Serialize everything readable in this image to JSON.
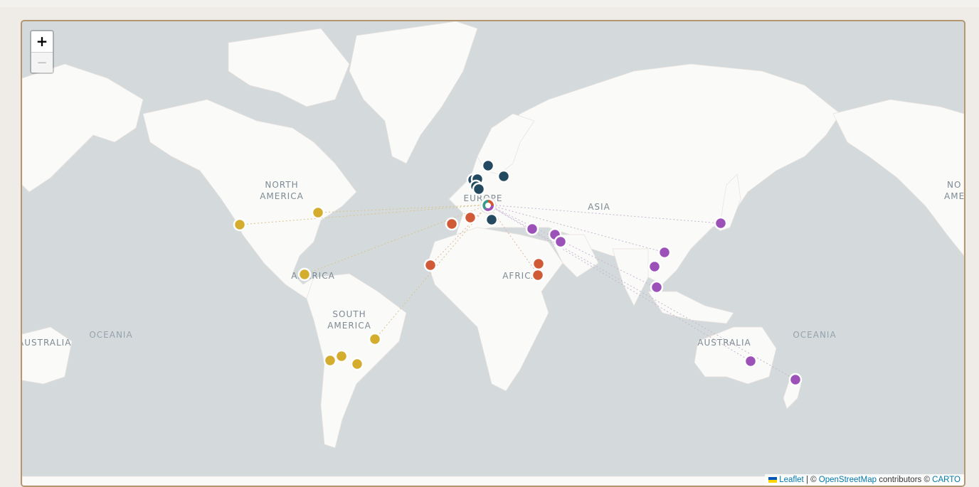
{
  "map": {
    "zoom_in_label": "+",
    "zoom_out_label": "−",
    "continents": {
      "north_america_1": "NORTH",
      "north_america_2": "AMERICA",
      "europe": "EUROPE",
      "asia": "ASIA",
      "africa": "AFRICA",
      "america_central": "AMERICA",
      "south_america_1": "SOUTH",
      "south_america_2": "AMERICA",
      "australia_left": "AUSTRALIA",
      "australia_right": "AUSTRALIA",
      "north_america_right_1": "NO",
      "north_america_right_2": "AME"
    },
    "oceans": {
      "oceania_left": "OCEANIA",
      "oceania_right": "OCEANIA"
    },
    "attribution": {
      "leaflet": "Leaflet",
      "separator": "| ©",
      "osm": "OpenStreetMap",
      "contributors": "contributors ©",
      "carto": "CARTO"
    },
    "marker_colors": {
      "americas": "#d4ac2e",
      "europe": "#234a60",
      "africa": "#cf5a35",
      "asia_pacific": "#9b51b8"
    }
  }
}
